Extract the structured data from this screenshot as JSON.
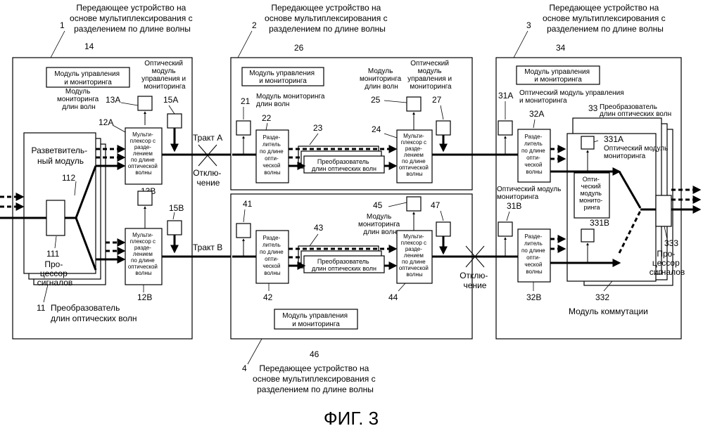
{
  "devices": {
    "d1": {
      "number": "1",
      "title": [
        "Передающее устройство на",
        "основе мультиплексирования с",
        "разделением по длине волны"
      ]
    },
    "d2": {
      "number": "2",
      "title": [
        "Передающее устройство на",
        "основе мультиплексирования с",
        "разделением по длине волны"
      ]
    },
    "d3": {
      "number": "3",
      "title": [
        "Передающее устройство на",
        "основе мультиплексирования с",
        "разделением по длине волны"
      ]
    },
    "d4": {
      "number": "4",
      "title": [
        "Передающее устройство на",
        "основе мультиплексирования с",
        "разделением по длине волны"
      ]
    }
  },
  "refs": {
    "r14": "14",
    "r13A": "13A",
    "r15A": "15A",
    "r12A": "12A",
    "r112": "112",
    "r111": "111",
    "r13B": "13B",
    "r15B": "15B",
    "r12B": "12B",
    "r11": "11",
    "r26": "26",
    "r21": "21",
    "r22": "22",
    "r23": "23",
    "r24": "24",
    "r25": "25",
    "r27": "27",
    "r41": "41",
    "r42": "42",
    "r43": "43",
    "r44": "44",
    "r45": "45",
    "r47": "47",
    "r46": "46",
    "r34": "34",
    "r31A": "31A",
    "r32A": "32A",
    "r33": "33",
    "r331A": "331A",
    "r31B": "31B",
    "r32B": "32B",
    "r331B": "331B",
    "r333": "333",
    "r332": "332"
  },
  "labels": {
    "control_module": [
      "Модуль управления",
      "и мониторинга"
    ],
    "opt_control_module": [
      "Оптический",
      "модуль",
      "управления и",
      "мониторинга"
    ],
    "wl_monitor": [
      "Модуль",
      "мониторинга",
      "длин волн"
    ],
    "mux": [
      "Мульти-",
      "плексор с",
      "разде-",
      "лением",
      "по длине",
      "оптической",
      "волны"
    ],
    "splitter": [
      "Разветвитель-",
      "ный модуль"
    ],
    "processor": [
      "Про-",
      "цессор",
      "сигналов"
    ],
    "converter11": [
      "Преобразователь",
      "длин оптических волн"
    ],
    "demux": [
      "Разде-",
      "литель",
      "по длине",
      "опти-",
      "ческой",
      "волны"
    ],
    "converter": [
      "Преобразователь",
      "длин оптических волн"
    ],
    "wl_monitor_21": [
      "Модуль мониторинга",
      "длин волн"
    ],
    "wl_monitor_25": [
      "Модуль",
      "мониторинга",
      "длин волн"
    ],
    "wl_monitor_45": [
      "Модуль",
      "мониторинга",
      "длин волн"
    ],
    "opt_ctrl_31A": [
      "Оптический модуль управления",
      "и мониторинга"
    ],
    "opt_mon_31B": [
      "Оптический модуль",
      "мониторинга"
    ],
    "converter33": [
      "Преобразователь",
      "длин оптических волн"
    ],
    "opt_mon_331A": [
      "Оптический модуль",
      "мониторинга"
    ],
    "opt_mon_vert": [
      "Опти-",
      "ческий",
      "модуль",
      "монито-",
      "ринга"
    ],
    "switch_module": "Модуль коммутации",
    "path_a": "Тракт А",
    "path_b": "Тракт В",
    "disconnect_a": [
      "Отклю-",
      "чение"
    ],
    "disconnect_b": [
      "Отклю-",
      "чение"
    ]
  },
  "figure_caption": "ФИГ. 3"
}
